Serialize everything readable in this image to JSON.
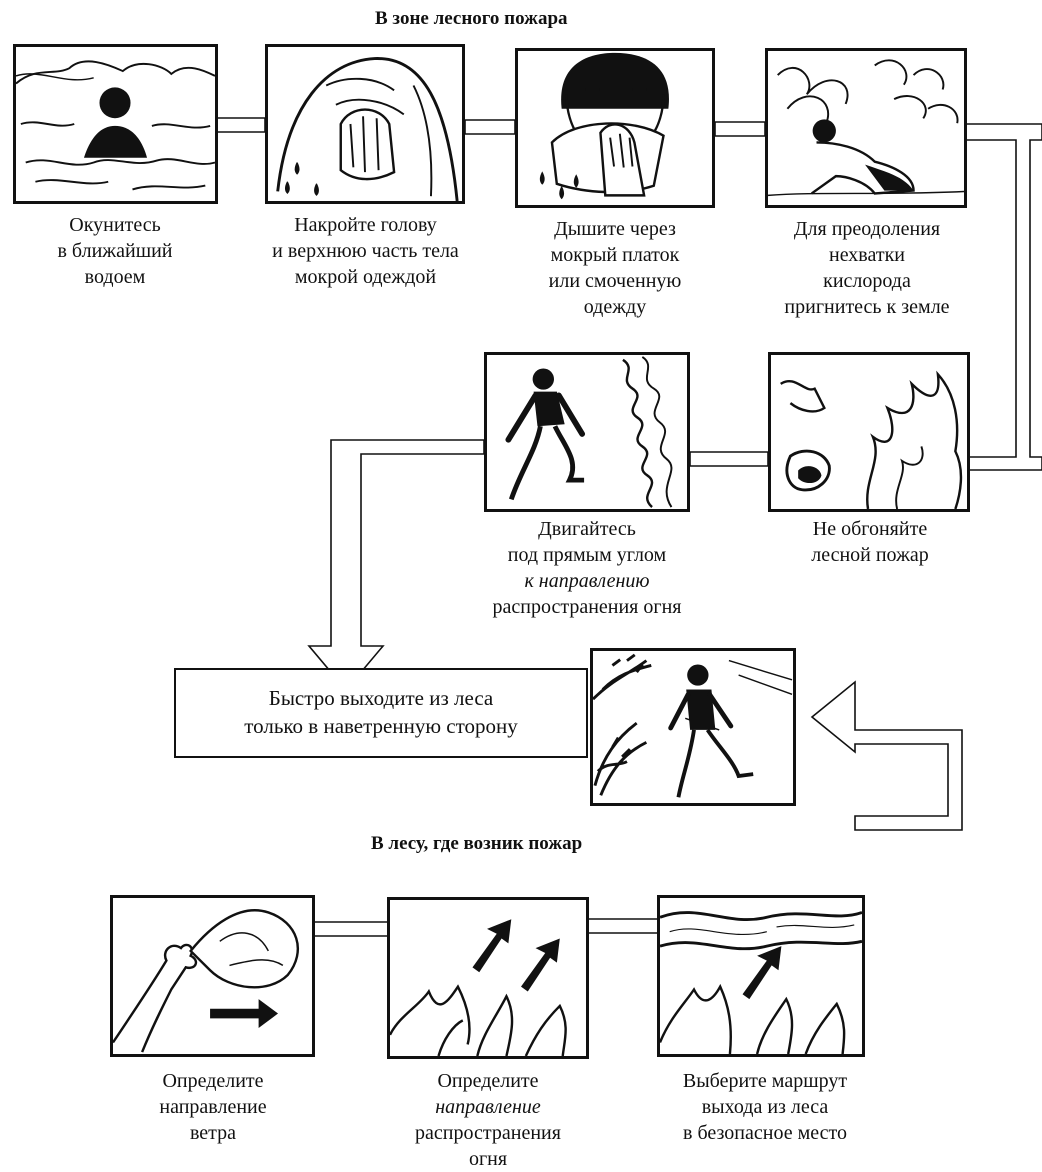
{
  "headings": {
    "forest_fire_zone": "В зоне лесного пожара",
    "fire_in_forest": "В лесу, где возник пожар"
  },
  "steps": {
    "plunge": [
      "Окунитесь",
      "в ближайший",
      "водоем"
    ],
    "cover_head": [
      "Накройте голову",
      "и верхнюю часть тела",
      "мокрой одеждой"
    ],
    "breathe": [
      "Дышите через",
      "мокрый платок",
      "или смоченную",
      "одежду"
    ],
    "bend_down": [
      "Для преодоления",
      "нехватки",
      "кислорода",
      "пригнитесь к земле"
    ],
    "move_perpendicular": [
      "Двигайтесь",
      "под прямым углом",
      "к направлению",
      "распространения огня"
    ],
    "dont_outrun": [
      "Не обгоняйте",
      "лесной пожар"
    ],
    "exit_forest": [
      "Быстро выходите из леса",
      "только в наветренную сторону"
    ],
    "wind_direction": [
      "Определите",
      "направление",
      "ветра"
    ],
    "fire_direction": [
      "Определите",
      "направление",
      "распространения",
      "огня"
    ],
    "choose_route": [
      "Выберите маршрут",
      "выхода из леса",
      "в безопасное место"
    ]
  },
  "icons": [
    "person-in-water-icon",
    "cover-head-wet-cloth-icon",
    "breathe-through-cloth-icon",
    "crouch-to-ground-icon",
    "run-perpendicular-icon",
    "dont-outrun-fire-icon",
    "run-windward-icon",
    "wind-direction-icon",
    "fire-direction-icon",
    "escape-route-icon"
  ]
}
